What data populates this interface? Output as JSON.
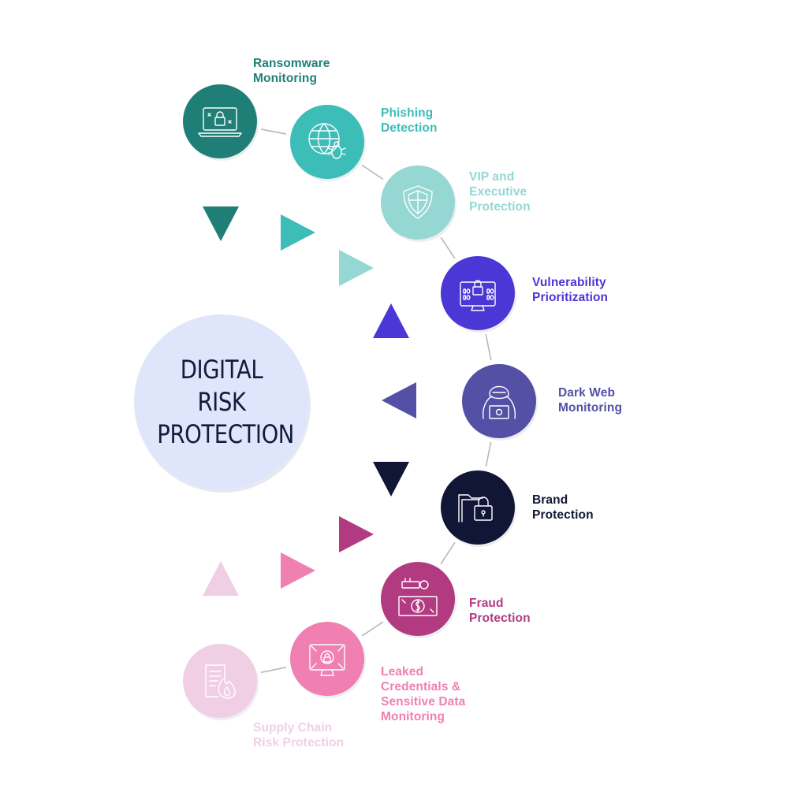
{
  "center": {
    "title": "DIGITAL\nRISK\nPROTECTION",
    "color": "#dfe6fb"
  },
  "nodes": [
    {
      "id": "ransomware-monitoring",
      "label": "Ransomware\nMonitoring",
      "color": "#1f7f76",
      "icon": "laptop-lock-icon"
    },
    {
      "id": "phishing-detection",
      "label": "Phishing\nDetection",
      "color": "#3dbdb8",
      "icon": "globe-bug-icon"
    },
    {
      "id": "vip-executive-protection",
      "label": "VIP and\nExecutive\nProtection",
      "color": "#95d7d3",
      "icon": "shield-icon"
    },
    {
      "id": "vulnerability-prioritization",
      "label": "Vulnerability\nPrioritization",
      "color": "#4b36d6",
      "icon": "monitor-binary-lock-icon"
    },
    {
      "id": "dark-web-monitoring",
      "label": "Dark Web\nMonitoring",
      "color": "#5450a6",
      "icon": "hacker-icon"
    },
    {
      "id": "brand-protection",
      "label": "Brand\nProtection",
      "color": "#111536",
      "icon": "folder-lock-icon"
    },
    {
      "id": "fraud-protection",
      "label": "Fraud\nProtection",
      "color": "#b23a80",
      "icon": "key-money-icon"
    },
    {
      "id": "leaked-credentials",
      "label": "Leaked\nCredentials &\nSensitive Data\nMonitoring",
      "color": "#f07fb2",
      "icon": "monitor-lock-icon"
    },
    {
      "id": "supply-chain-risk",
      "label": "Supply Chain\nRisk Protection",
      "color": "#f0cfe5",
      "icon": "document-fire-icon"
    }
  ],
  "arrows": [
    {
      "color": "#1f7f76",
      "direction": "down"
    },
    {
      "color": "#3dbdb8",
      "direction": "right"
    },
    {
      "color": "#95d7d3",
      "direction": "right"
    },
    {
      "color": "#4b36d6",
      "direction": "up"
    },
    {
      "color": "#5450a6",
      "direction": "left"
    },
    {
      "color": "#111536",
      "direction": "down"
    },
    {
      "color": "#b23a80",
      "direction": "right"
    },
    {
      "color": "#f07fb2",
      "direction": "right"
    },
    {
      "color": "#f0cfe5",
      "direction": "up"
    }
  ]
}
